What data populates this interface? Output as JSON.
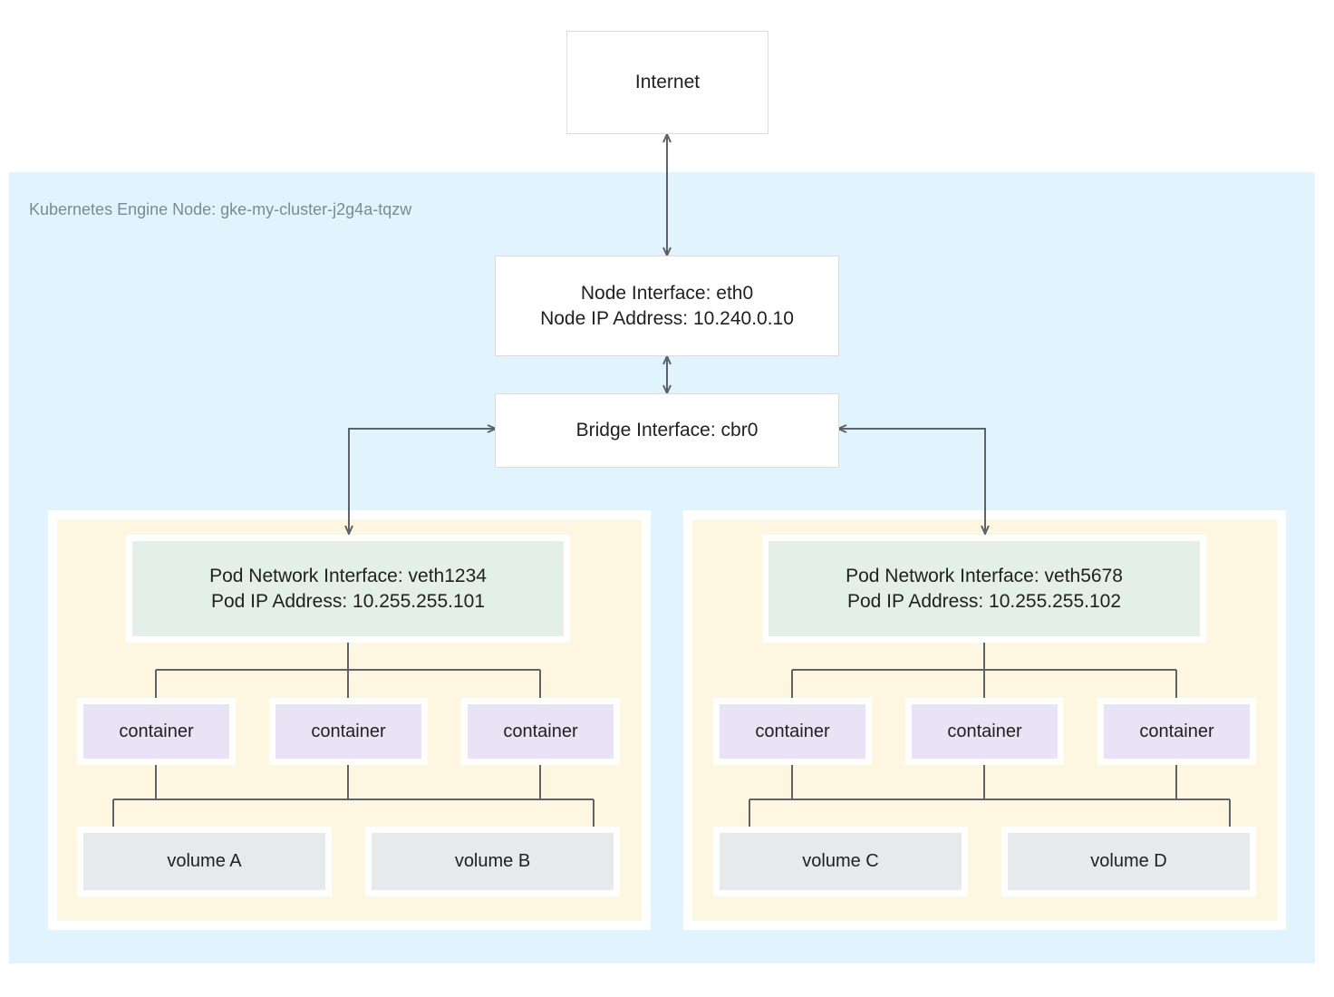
{
  "diagram": {
    "title_text": "Kubernetes Engine Node: gke-my-cluster-j2g4a-tqzw",
    "internet": {
      "label": "Internet"
    },
    "node_interface": {
      "line1": "Node Interface: eth0",
      "line2": "Node IP Address: 10.240.0.10"
    },
    "bridge_interface": {
      "label": "Bridge Interface: cbr0"
    },
    "pods": [
      {
        "network_interface_line1": "Pod Network Interface: veth1234",
        "network_interface_line2": "Pod IP Address: 10.255.255.101",
        "containers": [
          "container",
          "container",
          "container"
        ],
        "volumes": [
          "volume A",
          "volume B"
        ]
      },
      {
        "network_interface_line1": "Pod Network Interface: veth5678",
        "network_interface_line2": "Pod IP Address: 10.255.255.102",
        "containers": [
          "container",
          "container",
          "container"
        ],
        "volumes": [
          "volume C",
          "volume D"
        ]
      }
    ],
    "colors": {
      "node_region": "#e1f4fd",
      "pod_region": "#fdf6e0",
      "pod_network_box": "#e3efe8",
      "container_box": "#e9e4f5",
      "volume_box": "#e7eaed",
      "box_border": "#dadce0",
      "connector": "#5f6368",
      "text": "#212121",
      "label_text": "#7b8a93"
    }
  }
}
